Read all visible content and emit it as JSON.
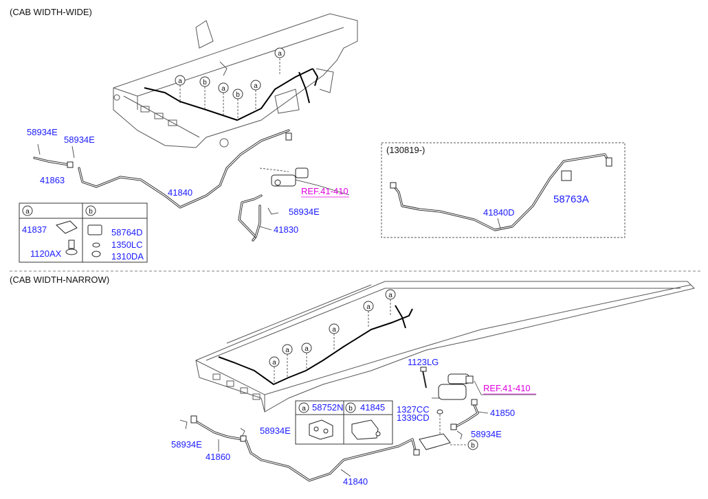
{
  "sections": {
    "wide_title": "(CAB WIDTH-WIDE)",
    "narrow_title": "(CAB WIDTH-NARROW)",
    "inset_title": "(130819-)"
  },
  "callouts": {
    "a": "a",
    "b": "b"
  },
  "parts": {
    "p58934E_1": "58934E",
    "p58934E_2": "58934E",
    "p41863": "41863",
    "p41840_wide": "41840",
    "p41830": "41830",
    "p58934E_3": "58934E",
    "ref_wide": "REF.41-410",
    "p41840D": "41840D",
    "p58763A": "58763A",
    "legend_wide": {
      "a_parts": [
        "41837",
        "1120AX"
      ],
      "b_parts": [
        "58764D",
        "1350LC",
        "1310DA"
      ]
    },
    "p1123LG": "1123LG",
    "ref_narrow": "REF.41-410",
    "p1327CC": "1327CC",
    "p1339CD": "1339CD",
    "p41850": "41850",
    "p58934E_4": "58934E",
    "p58934E_5": "58934E",
    "p58934E_6": "58934E",
    "p41860": "41860",
    "p41840_narrow": "41840",
    "legend_narrow": {
      "a_part": "58752N",
      "b_part": "41845"
    }
  }
}
